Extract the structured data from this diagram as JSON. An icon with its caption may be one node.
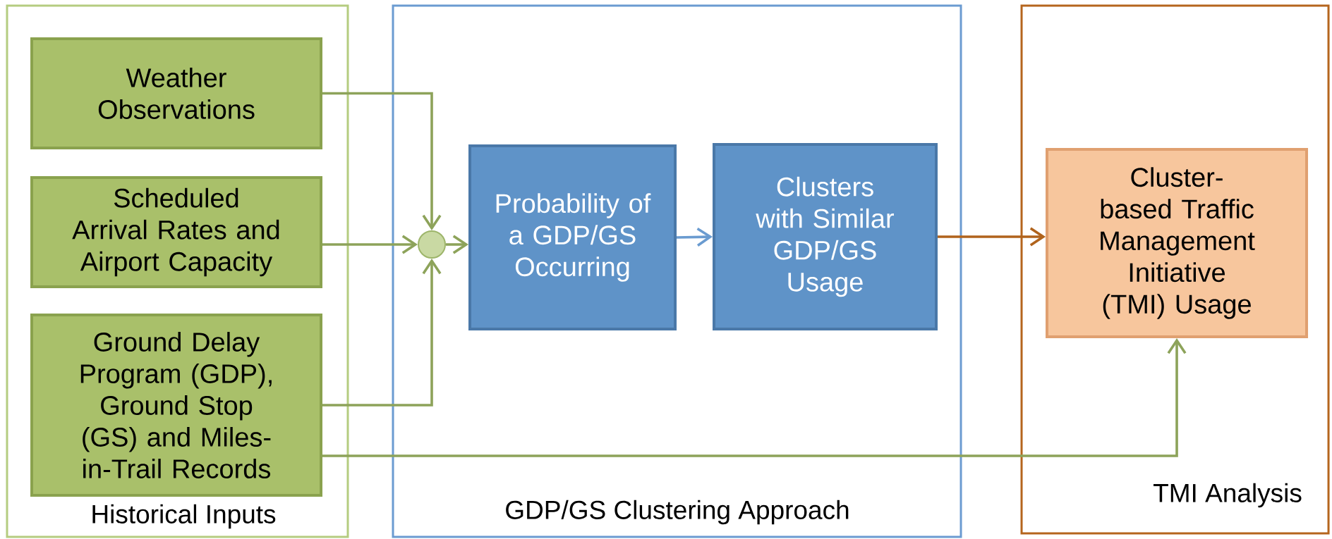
{
  "diagram": {
    "nodes": [
      {
        "text": [
          "Historical Inputs"
        ]
      },
      {
        "text": [
          "Weather Observations"
        ],
        "in": 0
      },
      {
        "text": [
          "Scheduled Arrival Rates and Airport Capacity"
        ],
        "in": 0
      },
      {
        "text": [
          "Ground Delay Program (GDP), Ground Stop (GS) and Miles-in-Trail Records"
        ],
        "in": 0
      },
      {
        "text": [
          "GDP/GS Clustering Approach"
        ]
      },
      {
        "text": [],
        "shape": "circle",
        "in": 4
      },
      {
        "text": [
          "Probability of a GDP/GS Occurring"
        ],
        "in": 4
      },
      {
        "text": [
          "Clusters with Similar GDP/GS Usage"
        ],
        "in": 4
      },
      {
        "text": [
          "TMI Analysis"
        ]
      },
      {
        "text": [
          "Cluster-based Traffic Management Initiative (TMI) Usage"
        ],
        "in": 8
      }
    ],
    "edges": [
      {
        "from": 1,
        "to": 5,
        "arrow": "to"
      },
      {
        "from": 2,
        "to": 5,
        "arrow": "to"
      },
      {
        "from": 3,
        "to": 5,
        "arrow": "to"
      },
      {
        "from": 5,
        "to": 6,
        "arrow": "to"
      },
      {
        "from": 6,
        "to": 7,
        "arrow": "to",
        "color": "#6a9bd0"
      },
      {
        "from": 7,
        "to": 9,
        "arrow": "to",
        "color": "#b0631c"
      },
      {
        "from": 3,
        "to": 9,
        "arrow": "to"
      }
    ]
  }
}
